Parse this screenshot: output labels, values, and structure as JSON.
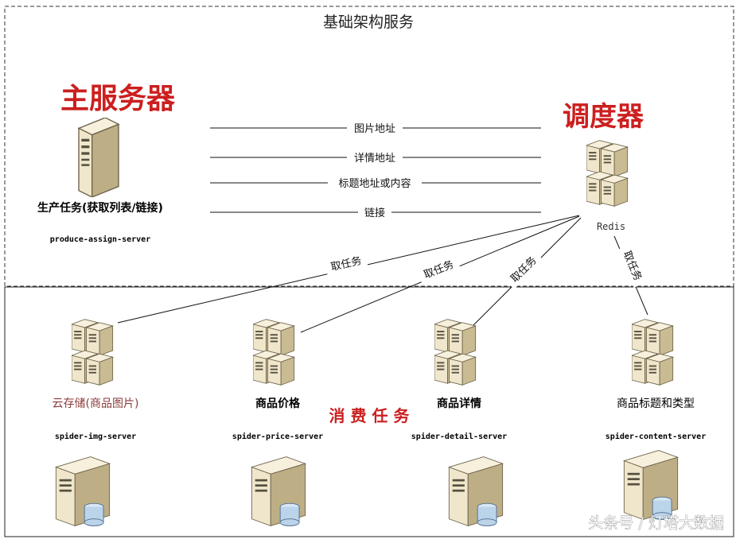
{
  "top_section_title": "基础架构服务",
  "main_server": {
    "title": "主服务器",
    "task_label": "生产任务(获取列表/链接)",
    "server_name": "produce-assign-server"
  },
  "scheduler": {
    "title": "调度器",
    "name": "Redis"
  },
  "message_links": [
    "图片地址",
    "详情地址",
    "标题地址或内容",
    "链接"
  ],
  "take_task_label": "取任务",
  "consumer_section_title": "消 费 任 务",
  "consumers": [
    {
      "label": "云存储(商品图片)",
      "server": "spider-img-server"
    },
    {
      "label": "商品价格",
      "server": "spider-price-server"
    },
    {
      "label": "商品详情",
      "server": "spider-detail-server"
    },
    {
      "label": "商品标题和类型",
      "server": "spider-content-server"
    }
  ],
  "watermark": "头条号 / 灯塔大数据",
  "colors": {
    "title_red": "#cc1f1f",
    "cloud_label": "#8a3a3a",
    "server_body": "#efe6cc",
    "server_side": "#bdae86",
    "disk": "#bcd4ea"
  }
}
